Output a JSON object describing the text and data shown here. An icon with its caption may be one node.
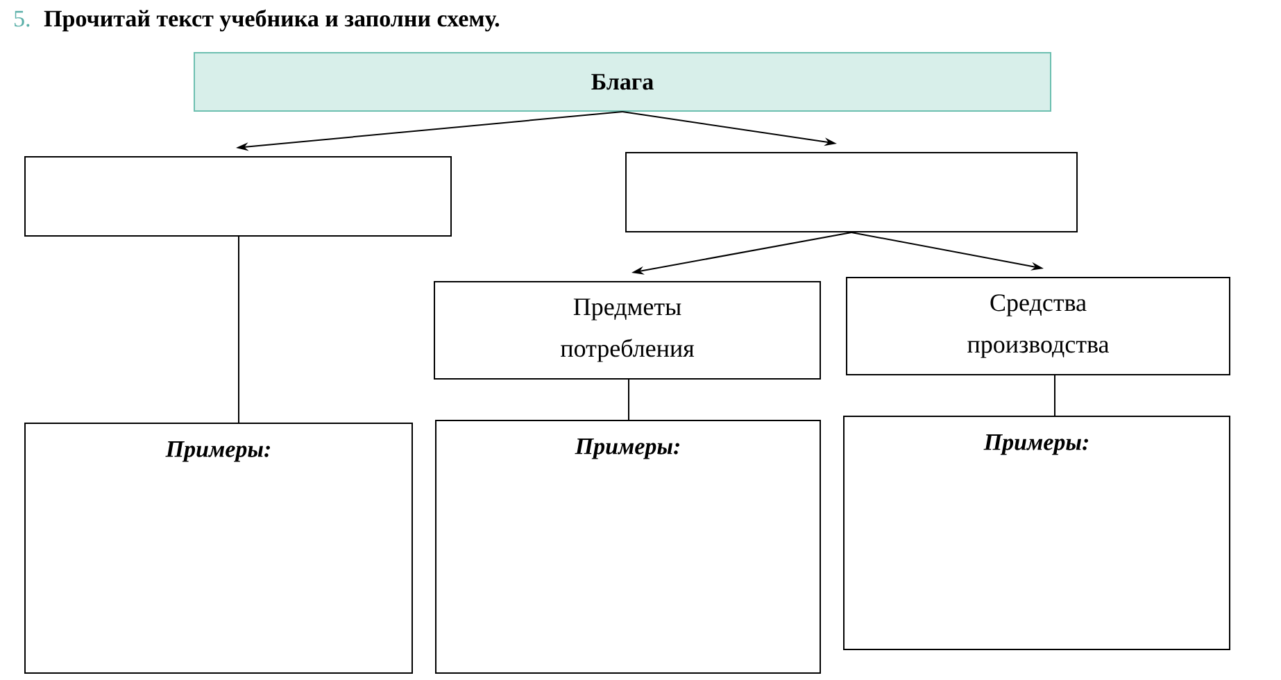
{
  "diagram": {
    "title": "Прочитай текст учебника и заполни схему.",
    "nodes": [
      {
        "text": [
          "Блага"
        ]
      },
      {
        "text": [],
        "shape": "box"
      },
      {
        "text": [],
        "shape": "box"
      },
      {
        "text": [
          "Предметы потребления"
        ]
      },
      {
        "text": [
          "Средства производства"
        ]
      },
      {
        "text": [
          "Примеры:"
        ]
      },
      {
        "text": [
          "Примеры:"
        ]
      },
      {
        "text": [
          "Примеры:"
        ]
      }
    ],
    "edges": [
      {
        "from": 0,
        "to": 1,
        "arrow": "to"
      },
      {
        "from": 0,
        "to": 2,
        "arrow": "to"
      },
      {
        "from": 2,
        "to": 3,
        "arrow": "to"
      },
      {
        "from": 2,
        "to": 4,
        "arrow": "to"
      },
      {
        "from": 1,
        "to": 5,
        "arrow": "none"
      },
      {
        "from": 3,
        "to": 6,
        "arrow": "none"
      },
      {
        "from": 4,
        "to": 7,
        "arrow": "none"
      }
    ],
    "labels": [
      "5."
    ]
  }
}
